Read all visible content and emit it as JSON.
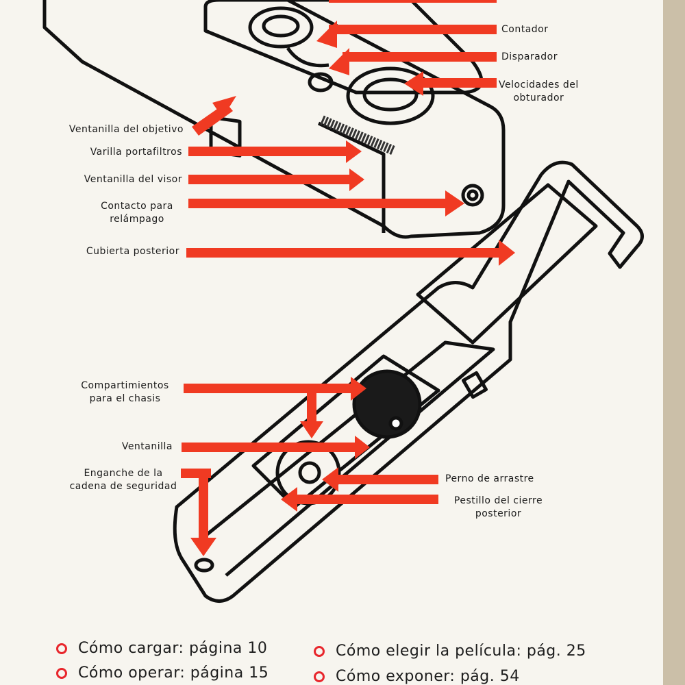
{
  "labels": {
    "contador": "Contador",
    "disparador": "Disparador",
    "velocidades_1": "Velocidades del",
    "velocidades_2": "obturador",
    "ventanilla_objetivo": "Ventanilla del objetivo",
    "varilla": "Varilla portafiltros",
    "ventanilla_visor": "Ventanilla del visor",
    "contacto_1": "Contacto para",
    "contacto_2": "relámpago",
    "cubierta": "Cubierta posterior",
    "compartimientos_1": "Compartimientos",
    "compartimientos_2": "para el chasis",
    "ventanilla": "Ventanilla",
    "enganche_1": "Enganche de la",
    "enganche_2": "cadena de seguridad",
    "perno": "Perno de arrastre",
    "pestillo_1": "Pestillo del cierre",
    "pestillo_2": "posterior"
  },
  "footer": [
    "Cómo cargar: página 10",
    "Cómo operar: página 15",
    "Cómo elegir la película: pág. 25",
    "Cómo exponer: pág. 54"
  ],
  "colors": {
    "arrow": "#f03a22",
    "bullet": "#e8262c"
  }
}
